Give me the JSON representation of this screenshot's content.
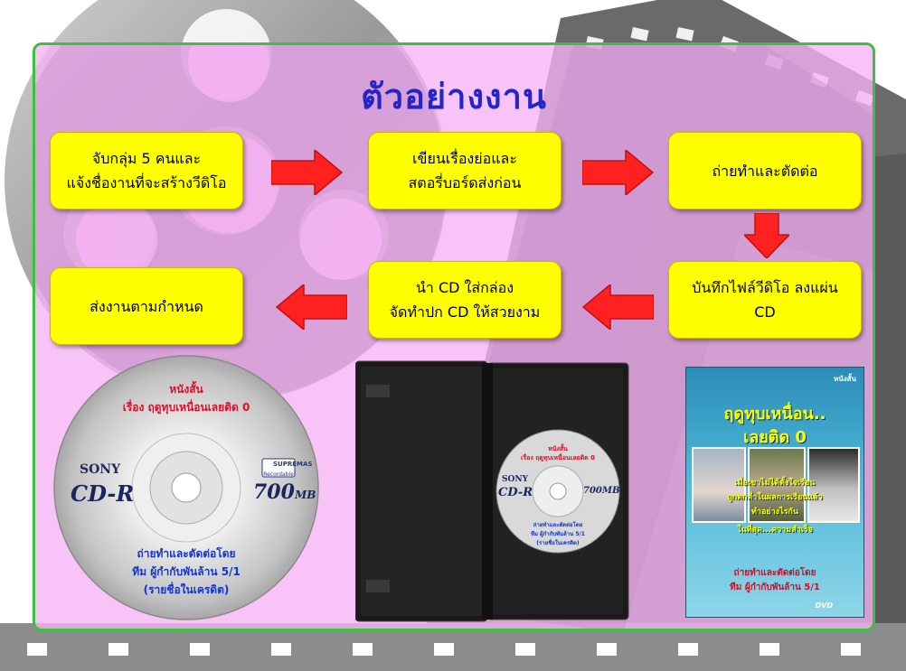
{
  "title": "ตัวอย่างงาน",
  "steps": [
    {
      "id": "step-1",
      "label": "จับกลุ่ม 5 คนและ\nแจ้งชื่องานที่จะสร้างวีดิโอ"
    },
    {
      "id": "step-2",
      "label": "เขียนเรื่องย่อและ\nสตอรี่บอร์ดส่งก่อน"
    },
    {
      "id": "step-3",
      "label": "ถ่ายทำและตัดต่อ"
    },
    {
      "id": "step-4",
      "label": "บันทึกไฟล์วีดิโอ ลงแผ่น\nCD"
    },
    {
      "id": "step-5",
      "label": "นำ CD ใส่กล่อง\nจัดทำปก CD ให้สวยงาม"
    },
    {
      "id": "step-6",
      "label": "ส่งงานตามกำหนด"
    }
  ],
  "disc": {
    "heading": "หนังสั้น",
    "story_title": "เรื่อง ฤดูทุบเหนื่อนเลยติด 0",
    "brand": "SONY",
    "type": "CD-R",
    "capacity": "700",
    "capacity_unit": "MB",
    "format_badge": "Recordable",
    "format_brand": "SUPREMAS",
    "credit_line": "ถ่ายทำและตัดต่อโดย",
    "team_line": "ทีม ผู้กำกับพันล้าน 5/1",
    "names_line": "(รายชื่อในเครดิต)"
  },
  "case_disc": {
    "heading": "หนังสั้น",
    "story_title": "เรื่อง ฤดูทุบเหนื่อนเลยติด 0",
    "brand": "SONY",
    "type": "CD-R",
    "capacity": "700MB",
    "credit_line": "ถ่ายทำและตัดต่อโดย",
    "team_line": "ทีม ผู้กำกับพันล้าน 5/1",
    "names_line": "(รายชื่อในเครดิต)"
  },
  "cover": {
    "heading": "หนังสั้น",
    "title_line1": "ฤดูทุบเหนื่อน..",
    "title_line2": "เลยติด 0",
    "tagline1": "เมื่อเขาไม่ได้ตั้งใจเรียน",
    "tagline2": "ถูกตกต่ำในผลการเรียนแล้ว",
    "tagline3": "ทำอย่างไรกัน",
    "tagline4": "ในที่สุด...ความสำเร็จ",
    "credit_line": "ถ่ายทำและตัดต่อโดย",
    "team_line": "ทีม ผู้กำกับพันล้าน 5/1",
    "badge": "DVD"
  },
  "colors": {
    "panel_border": "#3fbf3f",
    "panel_fill": "#f6b4f6",
    "title": "#2424c8",
    "step_fill": "#ffff00",
    "arrow": "#ff2020"
  }
}
